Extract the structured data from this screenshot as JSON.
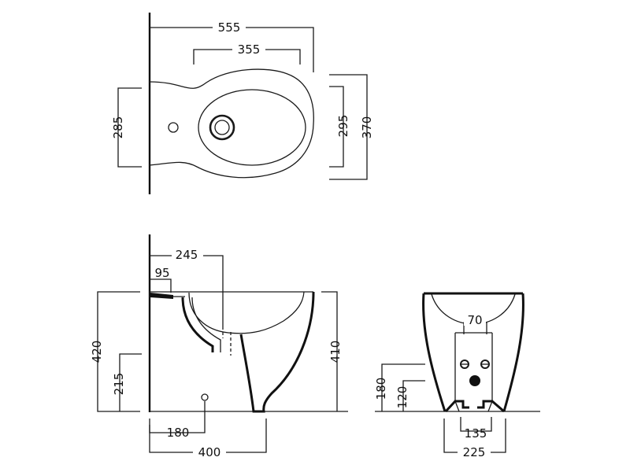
{
  "drawing": {
    "top_view": {
      "overall_length": "555",
      "bowl_length": "355",
      "rear_width": "285",
      "bowl_width": "295",
      "overall_width": "370"
    },
    "side_view": {
      "top_offset": "245",
      "tap_offset": "95",
      "total_height": "420",
      "waste_height": "215",
      "rim_height": "410",
      "floor_fix": "180",
      "base_length": "400"
    },
    "front_view": {
      "tap_spacing": "70",
      "waste_height_a": "180",
      "waste_height_b": "120",
      "fix_spacing": "135",
      "base_width": "225"
    }
  }
}
